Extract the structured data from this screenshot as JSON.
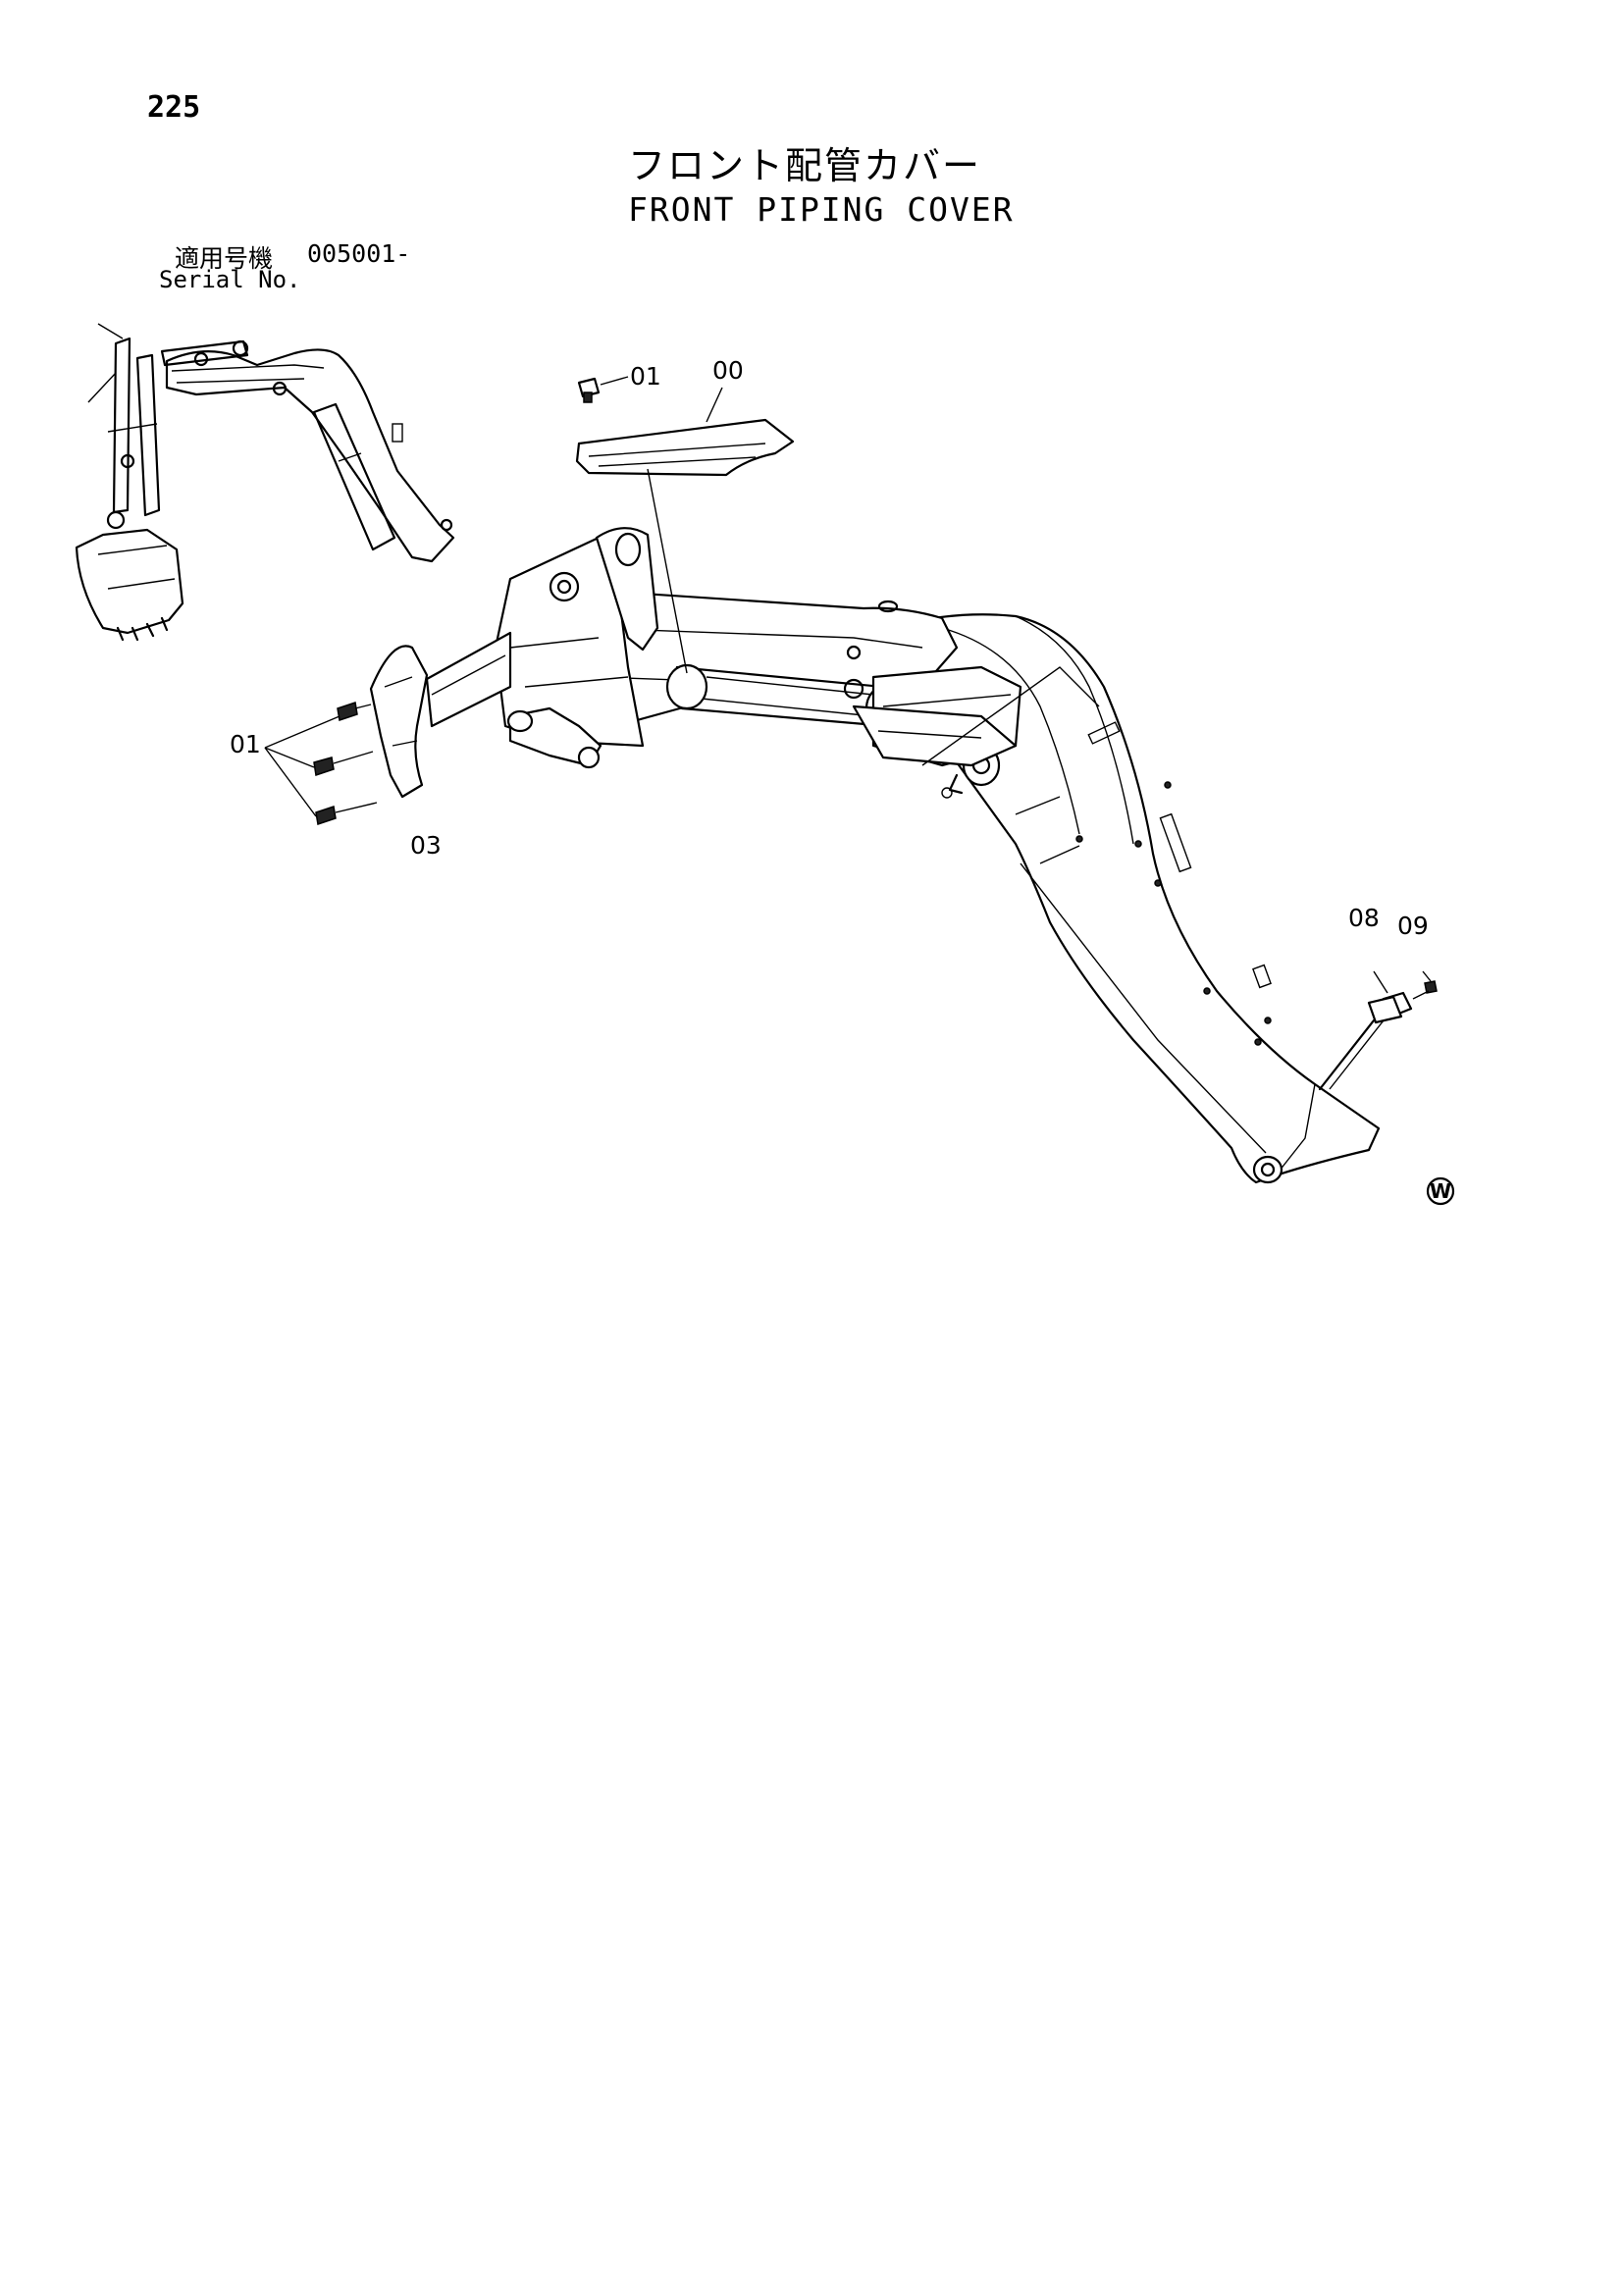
{
  "page": {
    "number": "225"
  },
  "title": {
    "japanese": "フロント配管カバー",
    "english": "FRONT PIPING COVER"
  },
  "serial": {
    "label_ja": "適用号機",
    "value": "005001-",
    "label_en": "Serial No."
  },
  "callouts": {
    "c01_top": "01",
    "c00": "00",
    "c01_left": "01",
    "c03": "03",
    "c08": "08",
    "c09": "09"
  },
  "mark": "W"
}
